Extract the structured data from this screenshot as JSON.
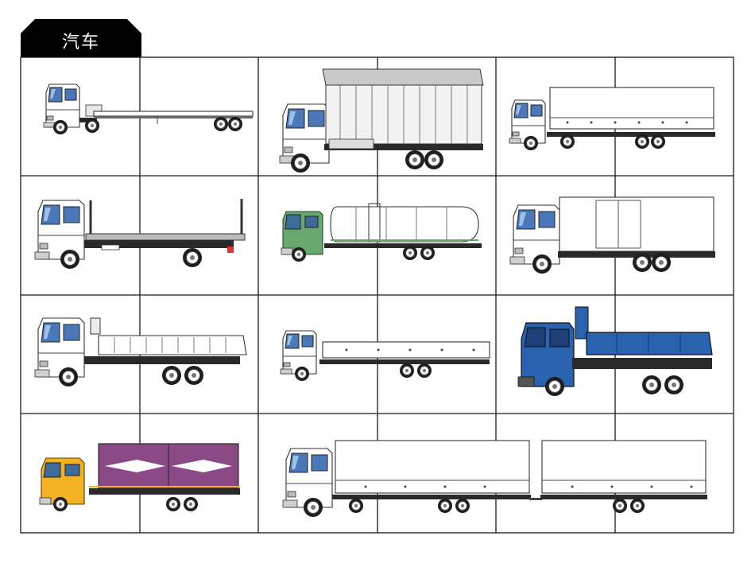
{
  "header": {
    "tab_label": "汽车"
  },
  "colors": {
    "frame": "#1a1a1a",
    "tab_bg": "#000000",
    "cab_green": "#66a86e",
    "cab_blue": "#2a62b0",
    "cab_yellow": "#f2b224",
    "container_purple": "#8b4a86",
    "window_blue": "#4b78b8"
  },
  "vehicles": [
    {
      "id": "flatbed-trailer",
      "icon": "flatbed-trailer-truck-icon"
    },
    {
      "id": "wing-van-open",
      "icon": "wing-van-open-truck-icon"
    },
    {
      "id": "box-trailer",
      "icon": "box-trailer-truck-icon"
    },
    {
      "id": "car-carrier",
      "icon": "car-carrier-truck-icon"
    },
    {
      "id": "tanker",
      "icon": "tanker-truck-icon"
    },
    {
      "id": "box-van",
      "icon": "box-van-truck-icon"
    },
    {
      "id": "dump-truck-white",
      "icon": "dump-truck-white-icon"
    },
    {
      "id": "flatbed-truck",
      "icon": "flatbed-truck-icon"
    },
    {
      "id": "dump-truck-blue",
      "icon": "dump-truck-blue-icon"
    },
    {
      "id": "container-truck",
      "icon": "container-truck-icon"
    },
    {
      "id": "full-trailer",
      "icon": "full-trailer-truck-icon"
    }
  ]
}
